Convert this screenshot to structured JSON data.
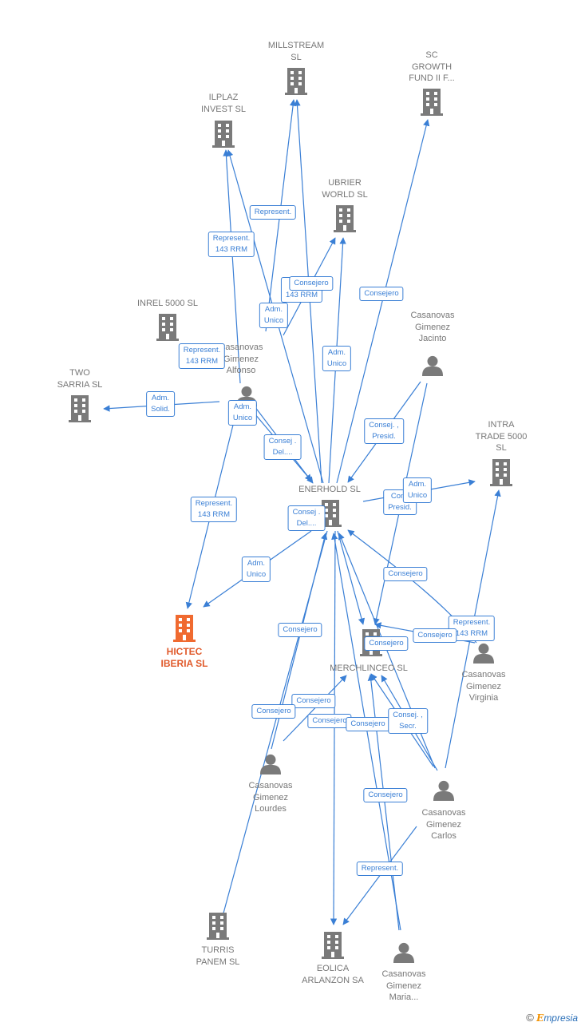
{
  "colors": {
    "edge": "#3a7fd5",
    "building": "#7a7a7a",
    "main_building": "#f06a30",
    "person": "#7a7a7a",
    "main_label": "#e05a2b"
  },
  "nodes": [
    {
      "id": "millstream",
      "type": "company",
      "label": "MILLSTREAM\nSL"
    },
    {
      "id": "scgrowth",
      "type": "company",
      "label": "SC\nGROWTH\nFUND II F..."
    },
    {
      "id": "ilplaz",
      "type": "company",
      "label": "ILPLAZ\nINVEST  SL"
    },
    {
      "id": "ubrier",
      "type": "company",
      "label": "UBRIER\nWORLD  SL"
    },
    {
      "id": "inrel",
      "type": "company",
      "label": "INREL 5000  SL"
    },
    {
      "id": "two",
      "type": "company",
      "label": "TWO\nSARRIA SL"
    },
    {
      "id": "alfonso",
      "type": "person",
      "label": "Casanovas\nGimenez\nAlfonso"
    },
    {
      "id": "jacinto",
      "type": "person",
      "label": "Casanovas\nGimenez\nJacinto"
    },
    {
      "id": "intra",
      "type": "company",
      "label": "INTRA\nTRADE 5000\nSL"
    },
    {
      "id": "enerhold",
      "type": "company",
      "label": "ENERHOLD SL"
    },
    {
      "id": "hictec",
      "type": "main",
      "label": "HICTEC\nIBERIA  SL"
    },
    {
      "id": "merchlinceo",
      "type": "company",
      "label": "MERCHLINCEO SL"
    },
    {
      "id": "virginia",
      "type": "person",
      "label": "Casanovas\nGimenez\nVirginia"
    },
    {
      "id": "lourdes",
      "type": "person",
      "label": "Casanovas\nGimenez\nLourdes"
    },
    {
      "id": "carlos",
      "type": "person",
      "label": "Casanovas\nGimenez\nCarlos"
    },
    {
      "id": "turris",
      "type": "company",
      "label": "TURRIS\nPANEM SL"
    },
    {
      "id": "eolica",
      "type": "company",
      "label": "EOLICA\nARLANZON SA"
    },
    {
      "id": "maria",
      "type": "person",
      "label": "Casanovas\nGimenez\nMaria..."
    }
  ],
  "edge_labels": [
    {
      "id": "e1",
      "text": "Represent."
    },
    {
      "id": "e2",
      "text": "Represent.\n143 RRM"
    },
    {
      "id": "e3",
      "text": "R\n143 RRM"
    },
    {
      "id": "e4",
      "text": "Consejero"
    },
    {
      "id": "e5",
      "text": "Consejero"
    },
    {
      "id": "e6",
      "text": "Adm.\nUnico"
    },
    {
      "id": "e7",
      "text": "Adm.\nUnico"
    },
    {
      "id": "e8",
      "text": "Represent.\n143 RRM"
    },
    {
      "id": "e9",
      "text": "Adm.\nSolid."
    },
    {
      "id": "e10",
      "text": "Adm.\nUnico"
    },
    {
      "id": "e11",
      "text": "Consej. ,\nPresid."
    },
    {
      "id": "e12",
      "text": "Consej .\nDel...."
    },
    {
      "id": "e13",
      "text": "Represent.\n143 RRM"
    },
    {
      "id": "e14",
      "text": "Cons\nPresid."
    },
    {
      "id": "e15",
      "text": "Adm.\nUnico"
    },
    {
      "id": "e16",
      "text": "Consej .\nDel...."
    },
    {
      "id": "e17",
      "text": "Adm.\nUnico"
    },
    {
      "id": "e18",
      "text": "Consejero"
    },
    {
      "id": "e19",
      "text": "Consejero"
    },
    {
      "id": "e20",
      "text": "Represent.\n143 RRM"
    },
    {
      "id": "e21",
      "text": "Consejero"
    },
    {
      "id": "e22",
      "text": "Consejero"
    },
    {
      "id": "e23",
      "text": "Consejero"
    },
    {
      "id": "e24",
      "text": "Consejero"
    },
    {
      "id": "e25",
      "text": "Consejero"
    },
    {
      "id": "e26",
      "text": "Consejero"
    },
    {
      "id": "e27",
      "text": "Consej. ,\nSecr."
    },
    {
      "id": "e28",
      "text": "Consejero"
    },
    {
      "id": "e29",
      "text": "Represent."
    }
  ],
  "watermark": {
    "copyright": "©",
    "brand_first": "E",
    "brand_rest": "mpresia"
  }
}
